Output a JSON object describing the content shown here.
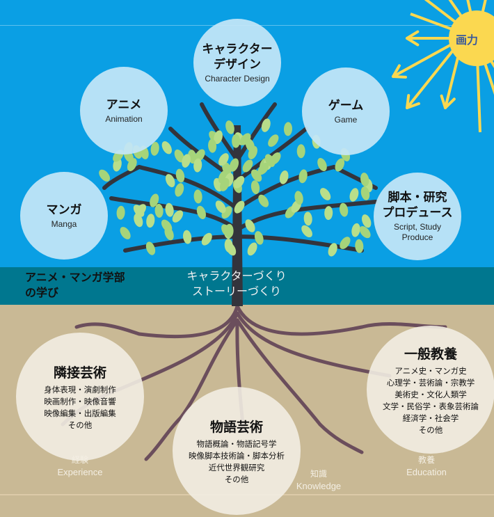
{
  "sun": {
    "label": "画力"
  },
  "branches": [
    {
      "jp": "キャラクター\nデザイン",
      "jp1": "キャラクター",
      "jp2": "デザイン",
      "en": "Character Design"
    },
    {
      "jp1": "アニメ",
      "en": "Animation"
    },
    {
      "jp1": "ゲーム",
      "en": "Game"
    },
    {
      "jp1": "マンガ",
      "en": "Manga"
    },
    {
      "jp1": "脚本・研究",
      "jp2": "プロデュース",
      "en1": "Script, Study",
      "en2": "Produce"
    }
  ],
  "band": {
    "left_line1": "アニメ・マンガ学部",
    "left_line2": "の学び",
    "center_line1": "キャラクターづくり",
    "center_line2": "ストーリーづくり"
  },
  "roots": [
    {
      "title": "隣接芸術",
      "items": [
        "身体表現・演劇制作",
        "映画制作・映像音響",
        "映像編集・出版編集",
        "その他"
      ],
      "label_jp": "経験",
      "label_en": "Experience"
    },
    {
      "title": "物語芸術",
      "items": [
        "物語概論・物語記号学",
        "映像脚本技術論・脚本分析",
        "近代世界観研究",
        "その他"
      ],
      "label_jp": "知識",
      "label_en": "Knowledge"
    },
    {
      "title": "一般教養",
      "items": [
        "アニメ史・マンガ史",
        "心理学・芸術論・宗教学",
        "美術史・文化人類学",
        "文学・民俗学・表象芸術論",
        "経済学・社会学",
        "その他"
      ],
      "label_jp": "教養",
      "label_en": "Education"
    }
  ],
  "colors": {
    "sky": "#0a9fe4",
    "band": "#00778f",
    "ground": "#c9b995",
    "sun": "#fbd850",
    "trunk": "#33343c",
    "root": "#6b4e5c",
    "leaf": "#b9de8a"
  }
}
